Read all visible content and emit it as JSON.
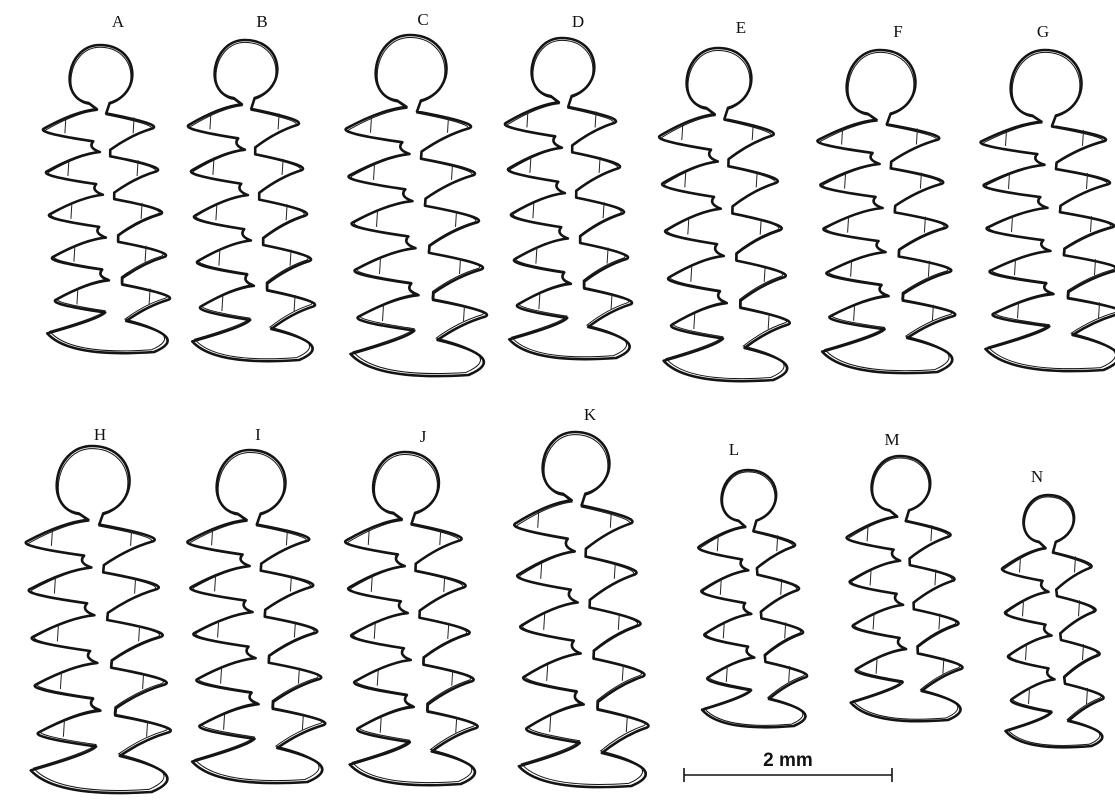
{
  "figure": {
    "specimens": [
      {
        "letter": "A"
      },
      {
        "letter": "B"
      },
      {
        "letter": "C"
      },
      {
        "letter": "D"
      },
      {
        "letter": "E"
      },
      {
        "letter": "F"
      },
      {
        "letter": "G"
      },
      {
        "letter": "H"
      },
      {
        "letter": "I"
      },
      {
        "letter": "J"
      },
      {
        "letter": "K"
      },
      {
        "letter": "L"
      },
      {
        "letter": "M"
      },
      {
        "letter": "N"
      }
    ],
    "scale_bar": {
      "label": "2 mm"
    }
  }
}
